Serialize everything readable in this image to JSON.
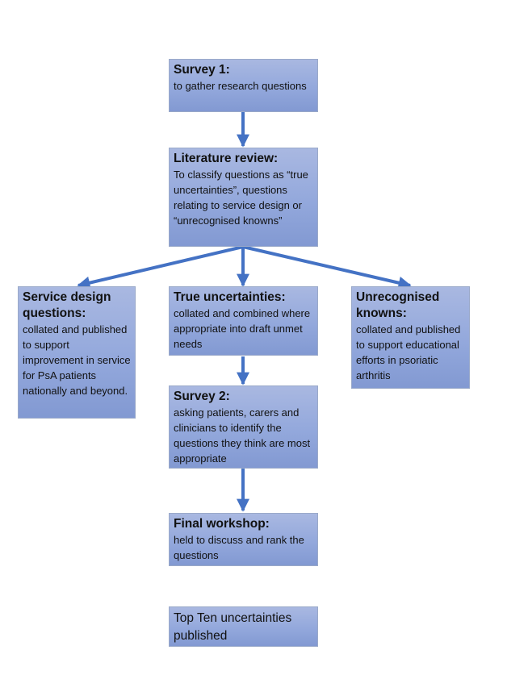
{
  "colors": {
    "box_fill": "#93a8dc",
    "box_border": "#9aa9c9",
    "arrow": "#4472c4"
  },
  "nodes": {
    "survey1": {
      "title": "Survey 1:",
      "body": "to gather research questions"
    },
    "literature": {
      "title": "Literature review:",
      "body": "To classify questions as “true uncertainties”, questions relating to service design or “unrecognised knowns”"
    },
    "service": {
      "title": "Service design questions:",
      "body": "collated and published to support improvement in service for PsA patients nationally and beyond."
    },
    "true_unc": {
      "title": "True uncertainties:",
      "body": "collated and combined where appropriate into draft unmet needs"
    },
    "unrecognised": {
      "title": "Unrecognised knowns:",
      "body": "collated and published to support educational efforts in psoriatic arthritis"
    },
    "survey2": {
      "title": "Survey 2:",
      "body": "asking patients, carers and clinicians to identify the questions they think are most appropriate"
    },
    "workshop": {
      "title": "Final workshop:",
      "body": "held to discuss and rank the questions"
    },
    "topten": {
      "text": "Top Ten uncertainties published"
    }
  },
  "edges": [
    {
      "from": "survey1",
      "to": "literature"
    },
    {
      "from": "literature",
      "to": "service"
    },
    {
      "from": "literature",
      "to": "true_unc"
    },
    {
      "from": "literature",
      "to": "unrecognised"
    },
    {
      "from": "true_unc",
      "to": "survey2"
    },
    {
      "from": "survey2",
      "to": "workshop"
    }
  ]
}
